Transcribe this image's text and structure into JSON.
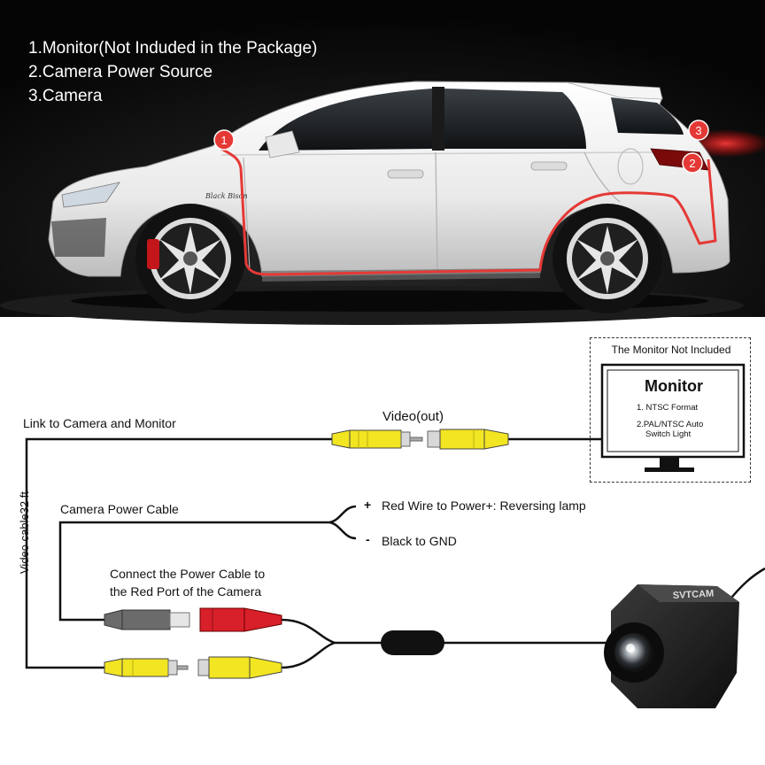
{
  "legend": [
    "1.Monitor(Not Induded in the Package)",
    "2.Camera Power Source",
    "3.Camera"
  ],
  "markers": [
    "1",
    "2",
    "3"
  ],
  "car": {
    "badge": "Black Bison",
    "body_color": "#f2f2f2",
    "background": "#0b0b0b",
    "cable_color": "#e53935"
  },
  "diagram": {
    "link_label": "Link to Camera and Monitor",
    "video_label": "Video(out)",
    "power_cable_label": "Camera Power Cable",
    "red_wire_sign": "+",
    "red_wire_label": "Red Wire to Power+: Reversing lamp",
    "black_wire_sign": "-",
    "black_wire_label": "Black to GND",
    "connect_label_1": "Connect the Power Cable to",
    "connect_label_2": "the Red Port of the Camera",
    "video_cable_length": "Video cable32 ft"
  },
  "monitor": {
    "not_included": "The Monitor Not Included",
    "title": "Monitor",
    "feature_1": "1. NTSC Format",
    "feature_2a": "2.PAL/NTSC Auto",
    "feature_2b": "Switch Light"
  },
  "camera": {
    "brand": "SVTCAM"
  },
  "colors": {
    "yellow_plug": "#f2e521",
    "red_plug": "#d8202a",
    "grey_plug": "#6b6b6b",
    "marker_red": "#e53935"
  }
}
